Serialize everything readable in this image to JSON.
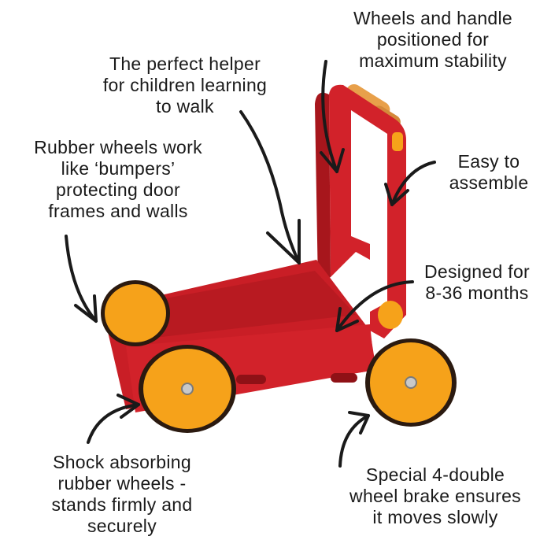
{
  "callouts": {
    "stability": [
      "Wheels and handle",
      "positioned for",
      "maximum stability"
    ],
    "helper": [
      "The perfect helper",
      "for children learning",
      "to walk"
    ],
    "bumpers": [
      "Rubber wheels work",
      "like ‘bumpers’",
      "protecting door",
      "frames and walls"
    ],
    "assemble": [
      "Easy to",
      "assemble"
    ],
    "age": [
      "Designed for",
      "8-36 months"
    ],
    "shock": [
      "Shock absorbing",
      "rubber wheels -",
      "stands firmly and",
      "securely"
    ],
    "brake": [
      "Special 4-double",
      "wheel brake ensures",
      "it moves slowly"
    ]
  },
  "colors": {
    "wagon_red": "#d2222a",
    "wagon_red_dark": "#a7161c",
    "wheel_orange": "#f6a21a",
    "wheel_rim": "#2b1a10",
    "handle_wood": "#e8a04a",
    "text": "#1a1a1a"
  }
}
